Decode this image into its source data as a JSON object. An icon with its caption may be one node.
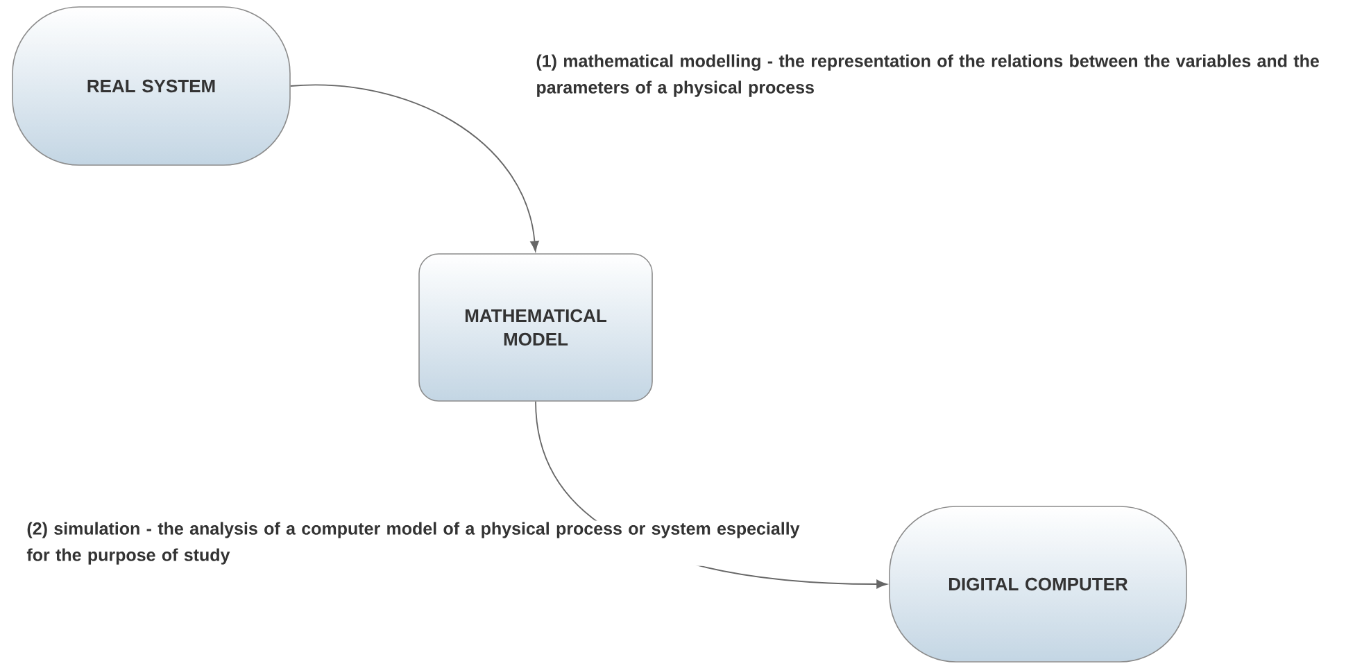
{
  "diagram": {
    "nodes": [
      {
        "text": [
          "REAL SYSTEM"
        ]
      },
      {
        "text": [
          "MATHEMATICAL MODEL"
        ]
      },
      {
        "text": [
          "DIGITAL COMPUTER"
        ]
      }
    ],
    "edges": [
      {
        "from": 0,
        "to": 1,
        "arrow": "to"
      },
      {
        "from": 1,
        "to": 2,
        "arrow": "to"
      }
    ],
    "labels": [
      "(1) mathematical modelling - the representation of the relations between the variables and the parameters of a physical process",
      "(2) simulation - the analysis of a computer model of a physical process or system especially for the purpose of study"
    ]
  }
}
